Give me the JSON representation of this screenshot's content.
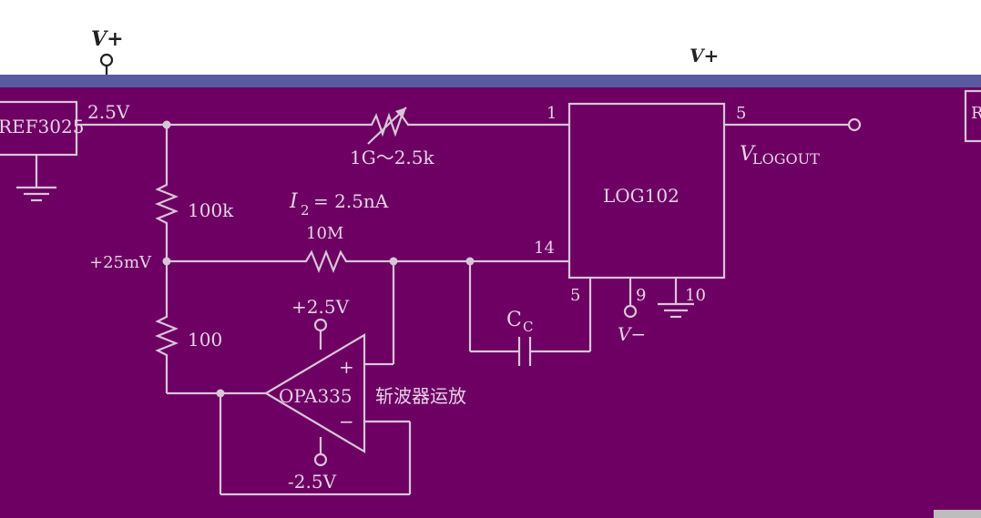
{
  "colors": {
    "background": "#6d0062",
    "wire": "#d9c5d9",
    "text": "#e8d2e8",
    "dark": "#222222",
    "stripe": "#5a5aa0"
  },
  "labels": {
    "v_plus_left": "V+",
    "v_plus_right": "V+",
    "ref_chip": "REF3025",
    "ref_out": "2.5V",
    "adj_range": "1G～2.5k",
    "pin1": "1",
    "pin5_top": "5",
    "pin14": "14",
    "pin5_bottom": "5",
    "pin9": "9",
    "pin10": "10",
    "v_logout": "V",
    "v_logout_sub": "LOGOUT",
    "log_chip": "LOG102",
    "r_100k": "100k",
    "i2": "I",
    "i2_sub": "2",
    "i2_value": "= 2.5nA",
    "r_10m": "10M",
    "node_25mv": "+25mV",
    "cap": "C",
    "cap_sub": "C",
    "r_100": "100",
    "opamp_pos_supply": "+2.5V",
    "opamp_neg_supply": "-2.5V",
    "opamp": "OPA335",
    "opamp_note": "斩波器运放",
    "plus_sign": "+",
    "minus_sign": "−",
    "v_minus": "V−",
    "right_clip": "R"
  }
}
